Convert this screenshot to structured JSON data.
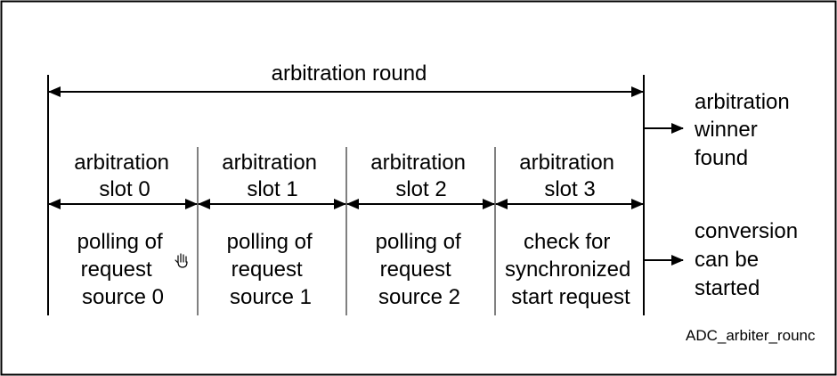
{
  "round_label": "arbitration round",
  "slots": [
    {
      "label_lines": [
        "arbitration",
        "slot 0"
      ],
      "desc_lines": [
        "polling of",
        "request",
        "source 0"
      ]
    },
    {
      "label_lines": [
        "arbitration",
        "slot 1"
      ],
      "desc_lines": [
        "polling of",
        "request",
        "source 1"
      ]
    },
    {
      "label_lines": [
        "arbitration",
        "slot 2"
      ],
      "desc_lines": [
        "polling of",
        "request",
        "source 2"
      ]
    },
    {
      "label_lines": [
        "arbitration",
        "slot 3"
      ],
      "desc_lines": [
        "check for",
        "synchronized",
        "start request"
      ]
    }
  ],
  "outcomes": {
    "winner_lines": [
      "arbitration",
      "winner",
      "found"
    ],
    "conversion_lines": [
      "conversion",
      "can be",
      "started"
    ]
  },
  "figure_id": "ADC_arbiter_rounc"
}
